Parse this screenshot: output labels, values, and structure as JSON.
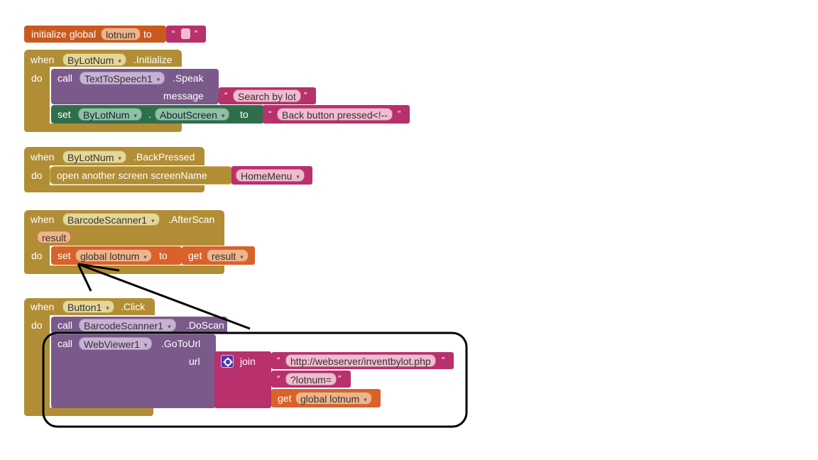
{
  "palette": {
    "event": "#b18e35",
    "procedure": "#7a5a8b",
    "setter": "#2f6e4b",
    "text": "#b8306c",
    "variable": "#d9622a",
    "annotation": "#000000"
  },
  "icons": {
    "join_gear": "gear-icon"
  },
  "init_block": {
    "prefix": "initialize global",
    "var_name": "lotnum",
    "to": "to",
    "open_quote": "“",
    "close_quote": "”"
  },
  "block1": {
    "when": "when",
    "component": "ByLotNum",
    "event": ".Initialize",
    "do": "do",
    "call": "call",
    "tts": "TextToSpeech1",
    "speak": ".Speak",
    "message": "message",
    "message_value": "Search by lot",
    "set": "set",
    "set_component": "ByLotNum",
    "dot": ".",
    "property": "AboutScreen",
    "to": "to",
    "about_value": "Back button pressed<!--",
    "open_quote": "“",
    "close_quote": "”"
  },
  "block2": {
    "when": "when",
    "component": "ByLotNum",
    "event": ".BackPressed",
    "do": "do",
    "action": "open another screen  screenName",
    "screen": "HomeMenu"
  },
  "block3": {
    "when": "when",
    "component": "BarcodeScanner1",
    "event": ".AfterScan",
    "param": "result",
    "do": "do",
    "set": "set",
    "variable": "global lotnum",
    "to": "to",
    "get": "get",
    "get_value": "result"
  },
  "block4": {
    "when": "when",
    "component": "Button1",
    "event": ".Click",
    "do": "do",
    "call1": "call",
    "scanner": "BarcodeScanner1",
    "doscan": ".DoScan",
    "call2": "call",
    "webviewer": "WebViewer1",
    "gotourl": ".GoToUrl",
    "url": "url",
    "join": "join",
    "text1": "http://webserver/inventbylot.php",
    "text2": "?lotnum=",
    "get": "get",
    "get_value": "global lotnum",
    "open_quote": "“",
    "close_quote": "”"
  }
}
